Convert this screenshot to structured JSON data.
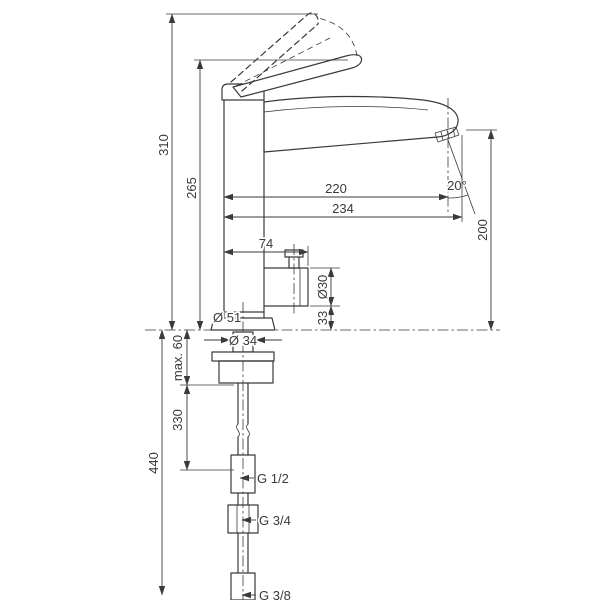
{
  "page": {
    "background": "#ffffff",
    "line_color": "#3a3a3a"
  },
  "drawing": {
    "description": "Technical dimension drawing of a single-lever kitchen faucet",
    "labels": {
      "dim_310": "310",
      "dim_265": "265",
      "dim_220": "220",
      "dim_234": "234",
      "dim_74": "74",
      "angle_20": "20°",
      "dim_200": "200",
      "dia_30": "Ø30",
      "dim_33": "33",
      "dia_51": "Ø 51",
      "dia_34": "Ø 34",
      "max_60": "max. 60",
      "dim_330": "330",
      "dim_440": "440",
      "thread_g12": "G 1/2",
      "thread_g34": "G 3/4",
      "thread_g38": "G 3/8"
    }
  }
}
